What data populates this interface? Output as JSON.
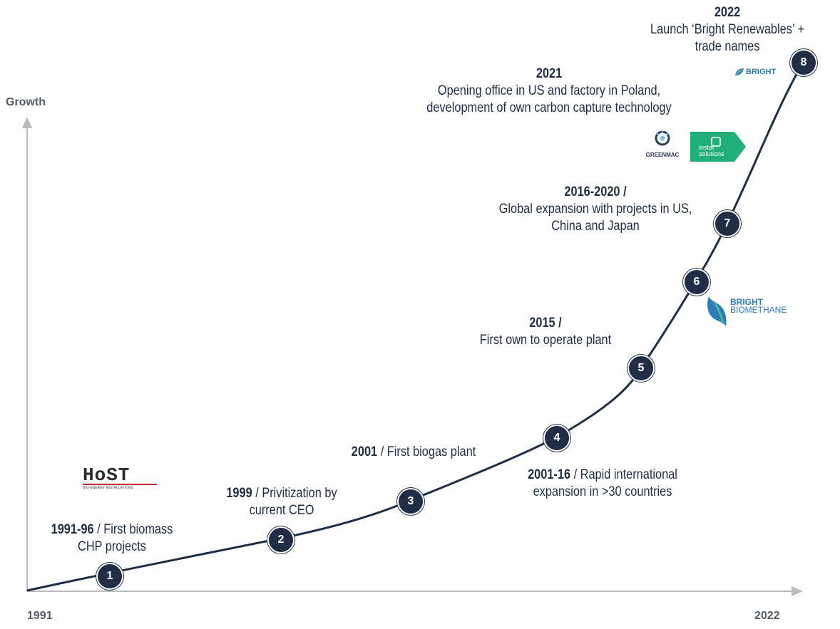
{
  "axes": {
    "y_label": "Growth",
    "x_start": "1991",
    "x_end": "2022"
  },
  "milestones": [
    {
      "number": "1",
      "year": "1991-96",
      "sep": " / ",
      "text": "First biomass CHP projects"
    },
    {
      "number": "2",
      "year": "1999",
      "sep": " / ",
      "text": "Privitization by current CEO"
    },
    {
      "number": "3",
      "year": "2001",
      "sep": " / ",
      "text": "First biogas plant"
    },
    {
      "number": "4",
      "year": "2001-16",
      "sep": " / ",
      "text": "Rapid international expansion in >30 countries"
    },
    {
      "number": "5",
      "year": "2015",
      "sep": " /",
      "text": "First own to operate plant"
    },
    {
      "number": "6",
      "year": "",
      "sep": "",
      "text": ""
    },
    {
      "number": "7",
      "year": "2016-2020",
      "sep": " /",
      "text": "Global expansion with projects in US, China and Japan"
    },
    {
      "number": "8",
      "year": "2022",
      "sep": "",
      "text": "Launch ‘Bright Renewables’ + trade names"
    }
  ],
  "milestone_2021": {
    "year": "2021",
    "text": "Opening office in US and factory in Poland, development of own carbon capture technology"
  },
  "logos": {
    "host": {
      "title": "HoST",
      "subtitle": "BIO-ENERGY INSTALLATIONS"
    },
    "bright": {
      "title": "BRIGHT"
    },
    "bright_biomethane": {
      "line1": "BRIGHT",
      "line2": "BIOMETHANE"
    },
    "greenmac": {
      "title": "GREENMAC"
    },
    "instal": {
      "line1": "instal",
      "line2": "solutions"
    }
  },
  "colors": {
    "navy": "#1f2d45",
    "axis": "#b0b4b8",
    "bright_blue": "#2a7fb8",
    "teal": "#21b07a"
  }
}
